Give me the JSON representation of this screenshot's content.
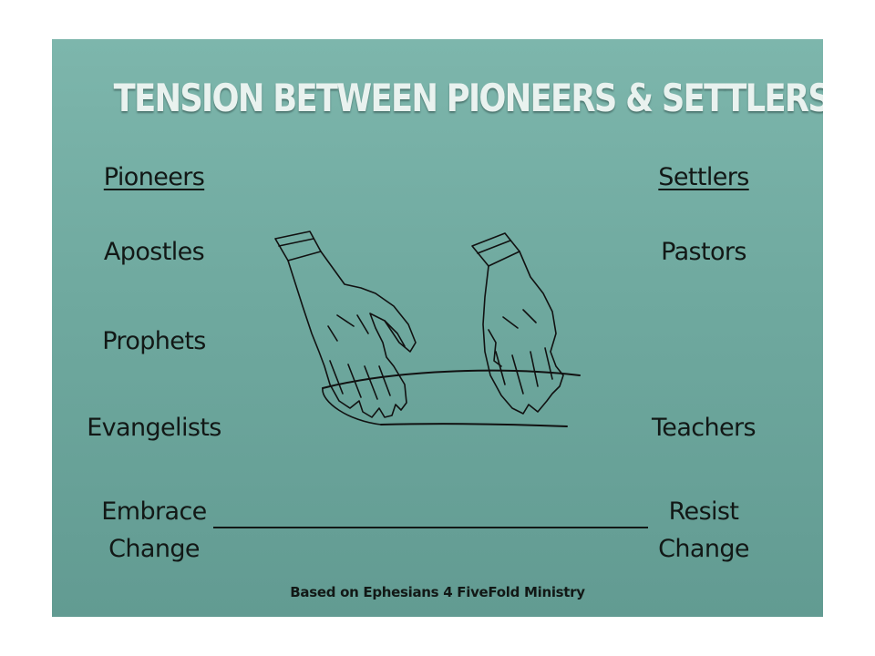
{
  "title": "TENSION BETWEEN PIONEERS & SETTLERS",
  "left_column": {
    "header": "Pioneers",
    "items": [
      "Apostles",
      "Prophets",
      "Evangelists"
    ],
    "end_line1": "Embrace",
    "end_line2": "Change"
  },
  "right_column": {
    "header": "Settlers",
    "items": [
      "Pastors",
      "Teachers"
    ],
    "end_line1": "Resist",
    "end_line2": "Change"
  },
  "footnote": "Based on Ephesians 4 FiveFold Ministry",
  "illustration": "two-hands-stretching-rubber-band",
  "colors": {
    "background": "#6fa99f",
    "title": "#e9f2ef",
    "text": "#121816"
  }
}
